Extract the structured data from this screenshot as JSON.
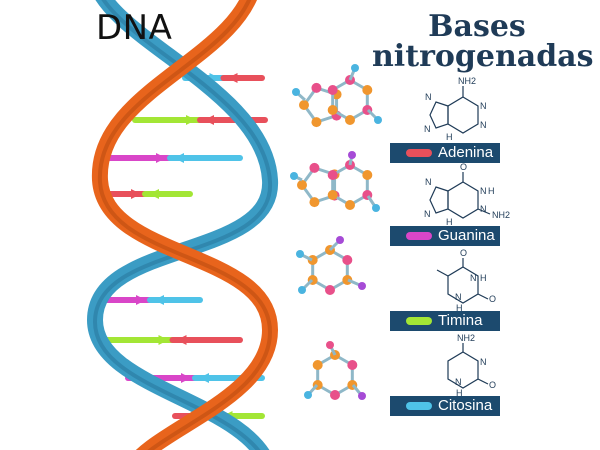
{
  "diagram": {
    "dna_title": "DNA",
    "bases_title_line1": "Bases",
    "bases_title_line2": "nitrogenadas"
  },
  "bases": [
    {
      "name": "Adenina",
      "color": "#e8505b",
      "formula_labels": [
        "NH",
        "N",
        "N",
        "N",
        "N",
        "H"
      ]
    },
    {
      "name": "Guanina",
      "color": "#d946c8",
      "formula_labels": [
        "O",
        "N",
        "H",
        "N",
        "N",
        "N",
        "NH",
        "H"
      ]
    },
    {
      "name": "Timina",
      "color": "#a3e635",
      "formula_labels": [
        "O",
        "N",
        "H",
        "N",
        "O",
        "H"
      ]
    },
    {
      "name": "Citosina",
      "color": "#4fc3e8",
      "formula_labels": [
        "NH",
        "N",
        "N",
        "O",
        "H"
      ]
    }
  ],
  "colors": {
    "strand_orange": "#e8641c",
    "strand_blue": "#3b9cc4",
    "label_bg": "#1c4a6e",
    "title_dark": "#1f3b57",
    "molecule_orange": "#f0962e",
    "molecule_blue": "#4ab4e0",
    "molecule_pink": "#e8508a",
    "molecule_purple": "#a64bd6"
  }
}
